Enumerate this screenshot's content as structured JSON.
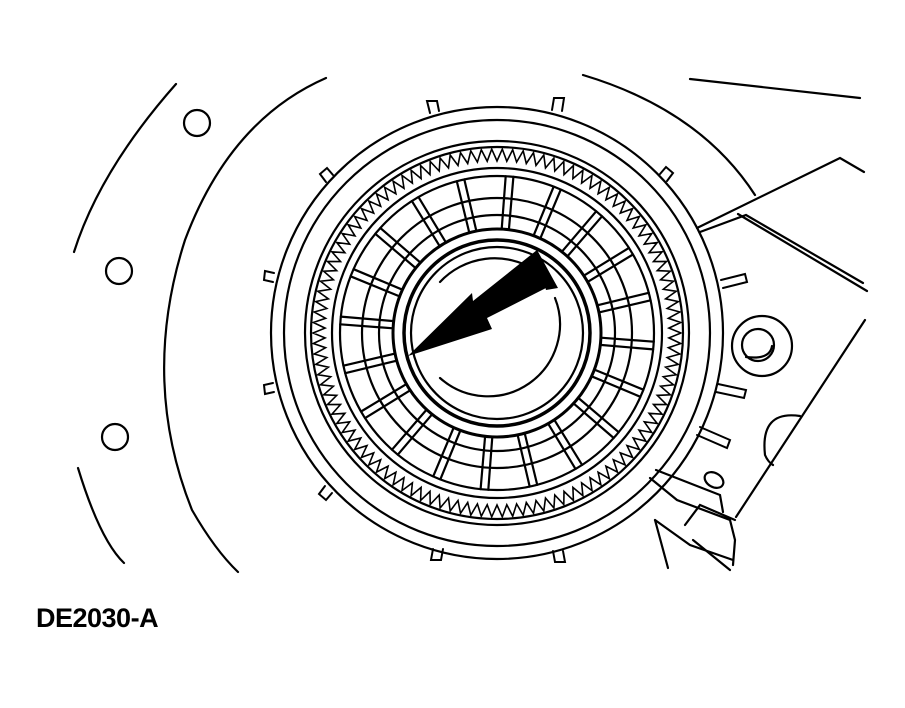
{
  "figure": {
    "caption": "DE2030-A",
    "subject": "clutch-pack-assembly",
    "callout": "arrow-pointing-to-snap-ring",
    "colors": {
      "line": "#000000",
      "background": "#ffffff"
    }
  }
}
